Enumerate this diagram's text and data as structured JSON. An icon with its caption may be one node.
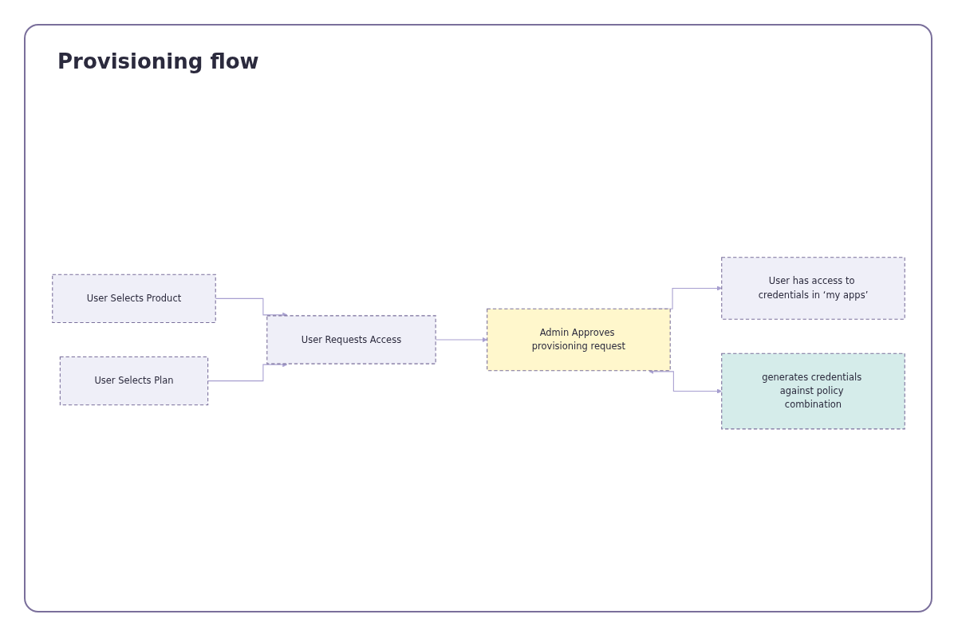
{
  "diagram": {
    "title": "Provisioning flow",
    "nodes": [
      {
        "text": [
          "User Selects Product"
        ]
      },
      {
        "text": [
          "User Selects Plan"
        ]
      },
      {
        "text": [
          "User Requests Access"
        ]
      },
      {
        "text": [
          "Admin Approves provisioning request"
        ]
      },
      {
        "text": [
          "User has access to credentials in ‘my apps’"
        ]
      },
      {
        "text": [
          "generates credentials against policy combination"
        ]
      }
    ],
    "edges": [
      {
        "from": 0,
        "to": 2,
        "arrow": "to"
      },
      {
        "from": 1,
        "to": 2,
        "arrow": "to"
      },
      {
        "from": 2,
        "to": 3,
        "arrow": "to"
      },
      {
        "from": 3,
        "to": 4,
        "arrow": "to"
      },
      {
        "from": 3,
        "to": 5,
        "arrow": "both"
      }
    ]
  }
}
